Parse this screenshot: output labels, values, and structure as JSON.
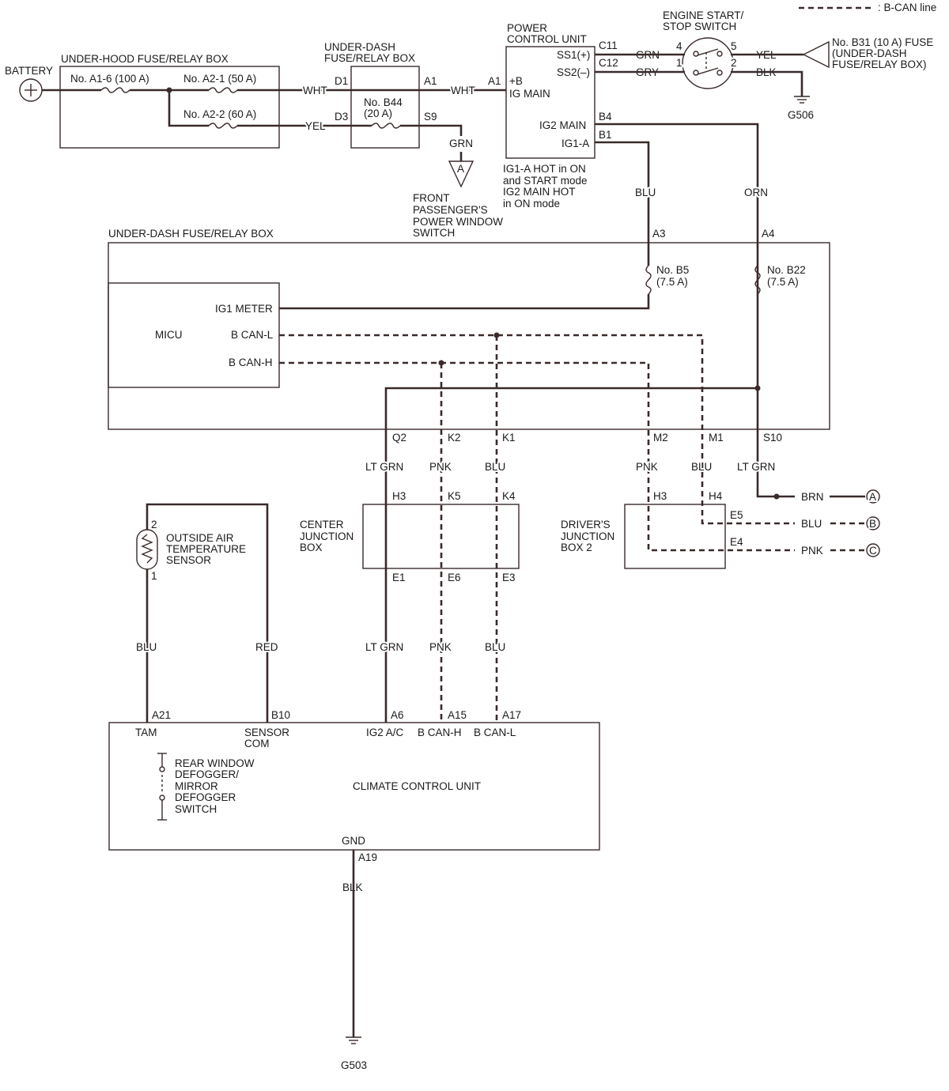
{
  "legend": {
    "bcan": ": B-CAN line"
  },
  "top": {
    "battery": "BATTERY",
    "underhood_box": "UNDER-HOOD FUSE/RELAY BOX",
    "fuse_a16": "No. A1-6 (100 A)",
    "fuse_a21": "No. A2-1 (50 A)",
    "fuse_a22": "No. A2-2 (60 A)",
    "wire_wht1": "WHT",
    "wire_yel1": "YEL",
    "underdash_small_l1": "UNDER-DASH",
    "underdash_small_l2": "FUSE/RELAY BOX",
    "term_d1": "D1",
    "term_d3": "D3",
    "term_a1a": "A1",
    "term_s9": "S9",
    "fuse_b44_l1": "No. B44",
    "fuse_b44_l2": "(20 A)",
    "wire_wht2": "WHT",
    "wire_grn": "GRN",
    "conn_a": "A",
    "front_pass_l1": "FRONT",
    "front_pass_l2": "PASSENGER'S",
    "front_pass_l3": "POWER WINDOW",
    "front_pass_l4": "SWITCH"
  },
  "pcu": {
    "title_l1": "POWER",
    "title_l2": "CONTROL UNIT",
    "term_a1": "A1",
    "plus_b": "+B",
    "ig_main": "IG MAIN",
    "ss1": "SS1(+)",
    "ss2": "SS2(–)",
    "c11": "C11",
    "c12": "C12",
    "ig2_main": "IG2 MAIN",
    "ig1_a": "IG1-A",
    "b4": "B4",
    "b1": "B1",
    "note_l1": "IG1-A HOT in ON",
    "note_l2": "and START mode",
    "note_l3": "IG2 MAIN HOT",
    "note_l4": "in ON mode"
  },
  "switch": {
    "title_l1": "ENGINE START/",
    "title_l2": "STOP SWITCH",
    "wire_grn": "GRN",
    "wire_gry": "GRY",
    "pin4": "4",
    "pin1": "1",
    "pin5": "5",
    "pin2": "2",
    "wire_yel": "YEL",
    "wire_blk": "BLK",
    "ground": "G506",
    "fuse_l1": "No. B31 (10 A) FUSE",
    "fuse_l2": "(UNDER-DASH",
    "fuse_l3": "FUSE/RELAY BOX)"
  },
  "mid": {
    "wire_blu": "BLU",
    "wire_orn": "ORN",
    "underdash_box": "UNDER-DASH FUSE/RELAY BOX",
    "term_a3": "A3",
    "term_a4": "A4",
    "fuse_b5_l1": "No. B5",
    "fuse_b5_l2": "(7.5 A)",
    "fuse_b22_l1": "No. B22",
    "fuse_b22_l2": "(7.5 A)",
    "micu": "MICU",
    "ig1_meter": "IG1 METER",
    "bcan_l": "B CAN-L",
    "bcan_h": "B CAN-H",
    "q2": "Q2",
    "k2": "K2",
    "k1": "K1",
    "m2": "M2",
    "m1": "M1",
    "s10": "S10"
  },
  "junction": {
    "w_ltgrn1": "LT GRN",
    "w_pnk1": "PNK",
    "w_blu1": "BLU",
    "w_pnk2": "PNK",
    "w_blu2": "BLU",
    "w_ltgrn2": "LT GRN",
    "center_l1": "CENTER",
    "center_l2": "JUNCTION",
    "center_l3": "BOX",
    "c_h3": "H3",
    "c_k5": "K5",
    "c_k4": "K4",
    "c_e1": "E1",
    "c_e6": "E6",
    "c_e3": "E3",
    "driver_l1": "DRIVER'S",
    "driver_l2": "JUNCTION",
    "driver_l3": "BOX 2",
    "d_h3": "H3",
    "d_h4": "H4",
    "d_e5": "E5",
    "d_e4": "E4",
    "out_brn": "BRN",
    "out_blu": "BLU",
    "out_pnk": "PNK",
    "conn_a": "A",
    "conn_b": "B",
    "conn_c": "C"
  },
  "sensor": {
    "label_l1": "OUTSIDE AIR",
    "label_l2": "TEMPERATURE",
    "label_l3": "SENSOR",
    "pin2": "2",
    "pin1": "1"
  },
  "lower_wires": {
    "blu": "BLU",
    "red": "RED",
    "ltgrn": "LT GRN",
    "pnk": "PNK",
    "blu2": "BLU"
  },
  "ccu": {
    "a21": "A21",
    "b10": "B10",
    "a6": "A6",
    "a15": "A15",
    "a17": "A17",
    "tam": "TAM",
    "sensor_l1": "SENSOR",
    "sensor_l2": "COM",
    "ig2_ac": "IG2 A/C",
    "bcan_h": "B CAN-H",
    "bcan_l": "B CAN-L",
    "defog_l1": "REAR WINDOW",
    "defog_l2": "DEFOGGER/",
    "defog_l3": "MIRROR",
    "defog_l4": "DEFOGGER",
    "defog_l5": "SWITCH",
    "title": "CLIMATE CONTROL UNIT",
    "gnd": "GND",
    "a19": "A19",
    "blk": "BLK",
    "ground": "G503"
  }
}
